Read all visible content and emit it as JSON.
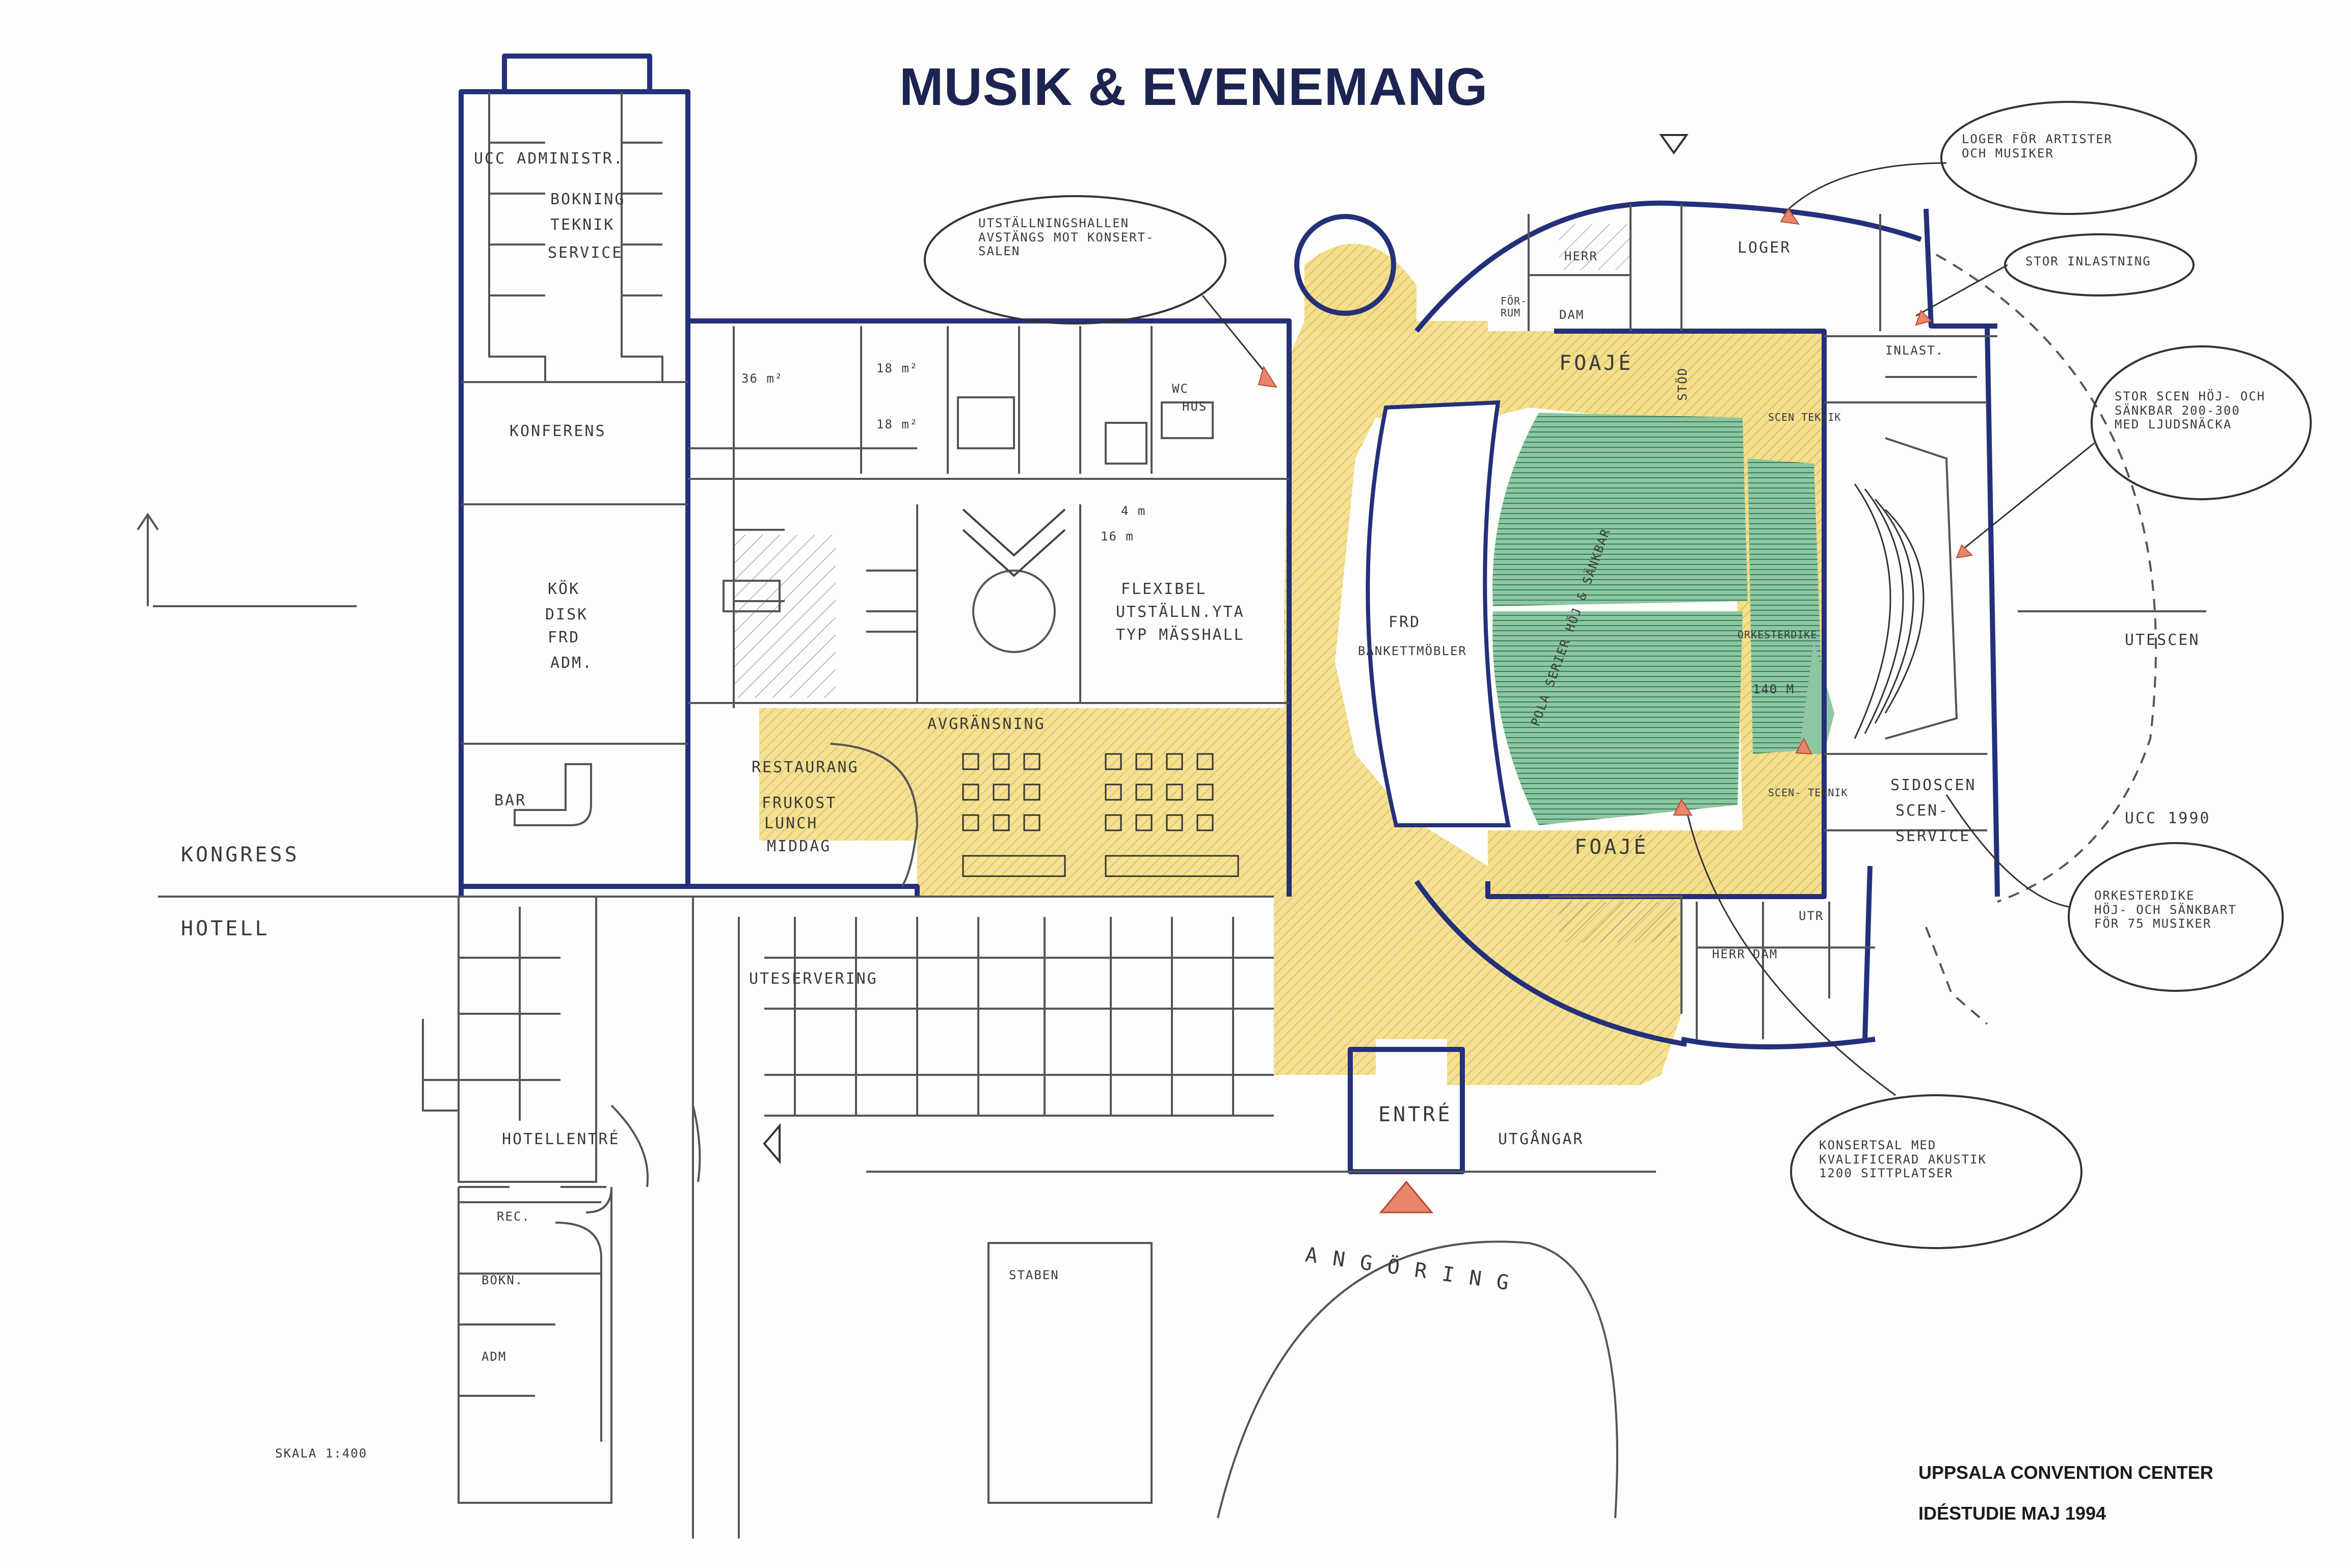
{
  "title": "MUSIK & EVENEMANG",
  "colors": {
    "wall": "#24307a",
    "pencil": "#555555",
    "foyer_fill": "#f3df8e",
    "seating_fill": "#7fbf97",
    "entrance_marker": "#e8856a",
    "ink": "#1c2452"
  },
  "footer": {
    "org": "UPPSALA CONVENTION CENTER",
    "study": "IDÉSTUDIE MAJ 1994"
  },
  "scale": "SKALA 1:400",
  "labels": {
    "ucc_admin": "UCC ADMINISTR.",
    "bokning": "BOKNING",
    "teknik": "TEKNIK",
    "service": "SERVICE",
    "konferens": "KONFERENS",
    "kok": "KÖK",
    "disk": "DISK",
    "frd": "FRD",
    "adm": "ADM.",
    "bar": "BAR",
    "kongress": "KONGRESS",
    "hotell": "HOTELL",
    "restaurang": "RESTAURANG",
    "frukost": "FRUKOST",
    "lunch": "LUNCH",
    "middag": "MIDDAG",
    "avgransning": "AVGRÄNSNING",
    "uteservering": "UTESERVERING",
    "hotellentre": "HOTELLENTRÉ",
    "rec": "REC.",
    "bokn": "BOKN.",
    "adm2": "ADM",
    "staben": "STABEN",
    "angoring": "ANGÖRING",
    "entre": "ENTRÉ",
    "utgangar": "UTGÅNGAR",
    "foaje_top": "FOAJÉ",
    "foaje_bottom": "FOAJÉ",
    "frd_bankett1": "FRD",
    "frd_bankett2": "BANKETTMÖBLER",
    "flexibel1": "FLEXIBEL",
    "flexibel2": "UTSTÄLLN.YTA",
    "flexibel3": "TYP MÄSSHALL",
    "area_36": "36 m²",
    "area_18a": "18 m²",
    "area_18b": "18 m²",
    "area_4": "4 m",
    "area_16": "16 m",
    "wc": "WC",
    "hus": "HUS",
    "seats": "POLA SERIER HÖJ & SÄNKBAR",
    "orkesterdike": "ORKESTERDIKE",
    "orkesterdike_140": "140 M",
    "scenteknik_top": "SCEN TEKNIK",
    "scenteknik_bottom": "SCEN- TEKNIK",
    "sidoscen1": "SIDOSCEN",
    "sidoscen2": "SCEN-",
    "sidoscen3": "SERVICE",
    "utescen": "UTESCEN",
    "ucc1990": "UCC 1990",
    "inlast": "INLAST.",
    "loger": "LOGER",
    "herr_top": "HERR",
    "dam_top": "DAM",
    "forrum": "FÖR- RUM",
    "herr_bottom": "HERR",
    "dam_bottom": "DAM",
    "utr": "UTR",
    "stod": "STÖD"
  },
  "callouts": {
    "utstallningshallen": [
      "UTSTÄLLNINGSHALLEN",
      "AVSTÄNGS MOT KONSERT-",
      "SALEN"
    ],
    "loger_artister": [
      "LOGER FÖR ARTISTER",
      "OCH MUSIKER"
    ],
    "stor_inlastning": [
      "STOR INLASTNING"
    ],
    "stor_scen": [
      "STOR SCEN HÖJ- OCH",
      "SÄNKBAR 200-300",
      "MED LJUDSNÄCKA"
    ],
    "orkesterdike": [
      "ORKESTERDIKE",
      "HÖJ- OCH SÄNKBART",
      "FÖR 75 MUSIKER"
    ],
    "konsertsal": [
      "KONSERTSAL MED",
      "KVALIFICERAD AKUSTIK",
      "1200 SITTPLATSER"
    ]
  }
}
